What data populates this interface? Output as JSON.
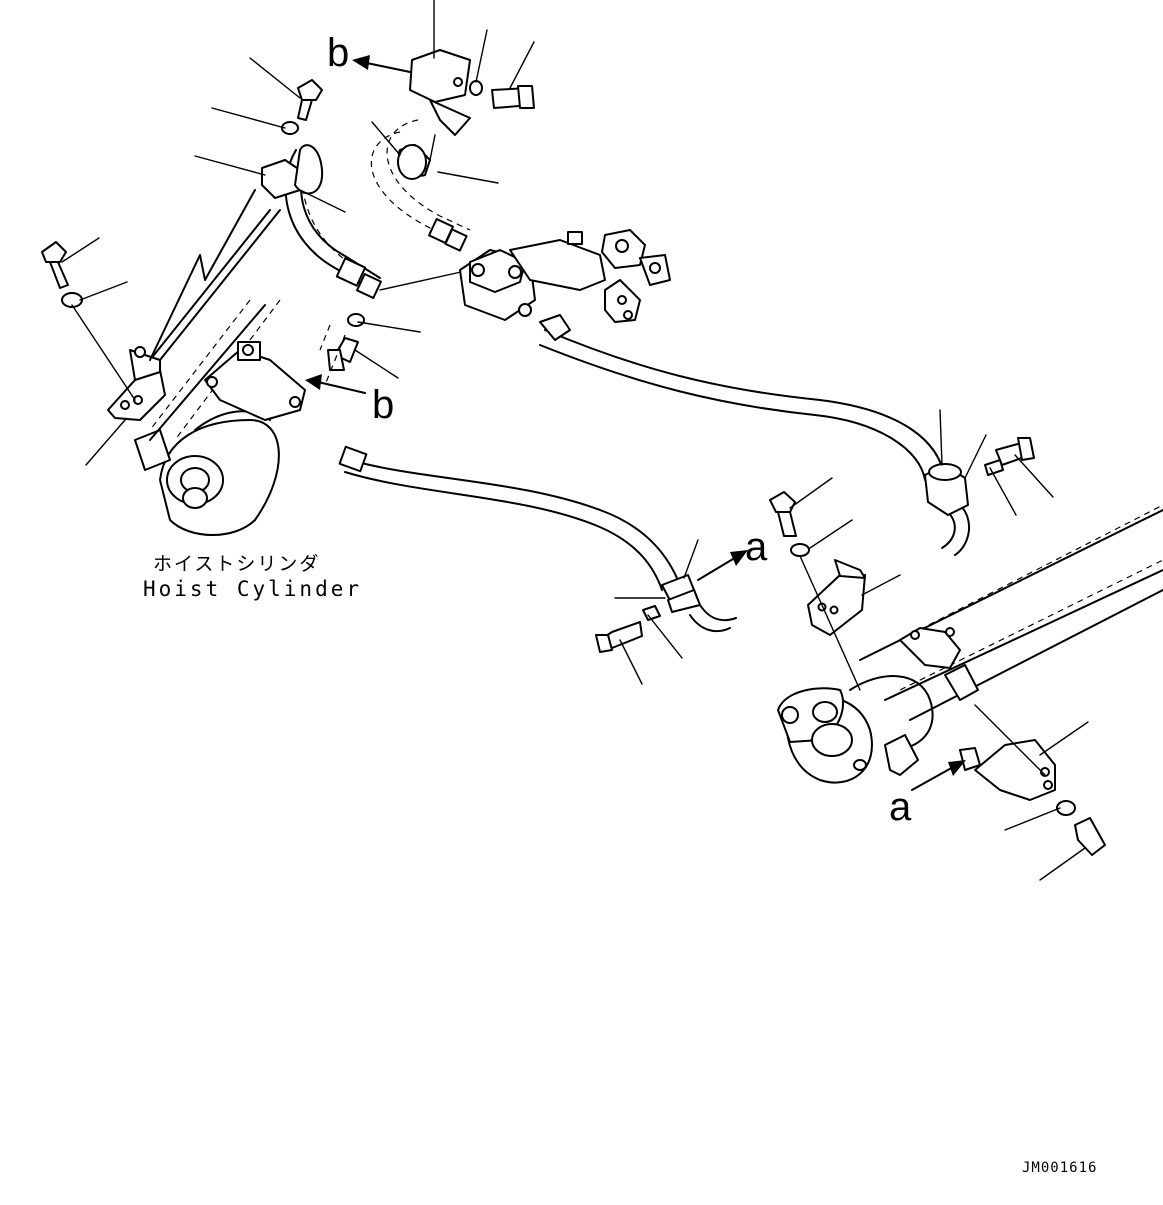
{
  "labels": {
    "hoist_cylinder_jp": "ホイストシリンダ",
    "hoist_cylinder_en": "Hoist Cylinder",
    "callout_b": "b",
    "callout_a": "a",
    "drawing_code": "JM001616"
  }
}
